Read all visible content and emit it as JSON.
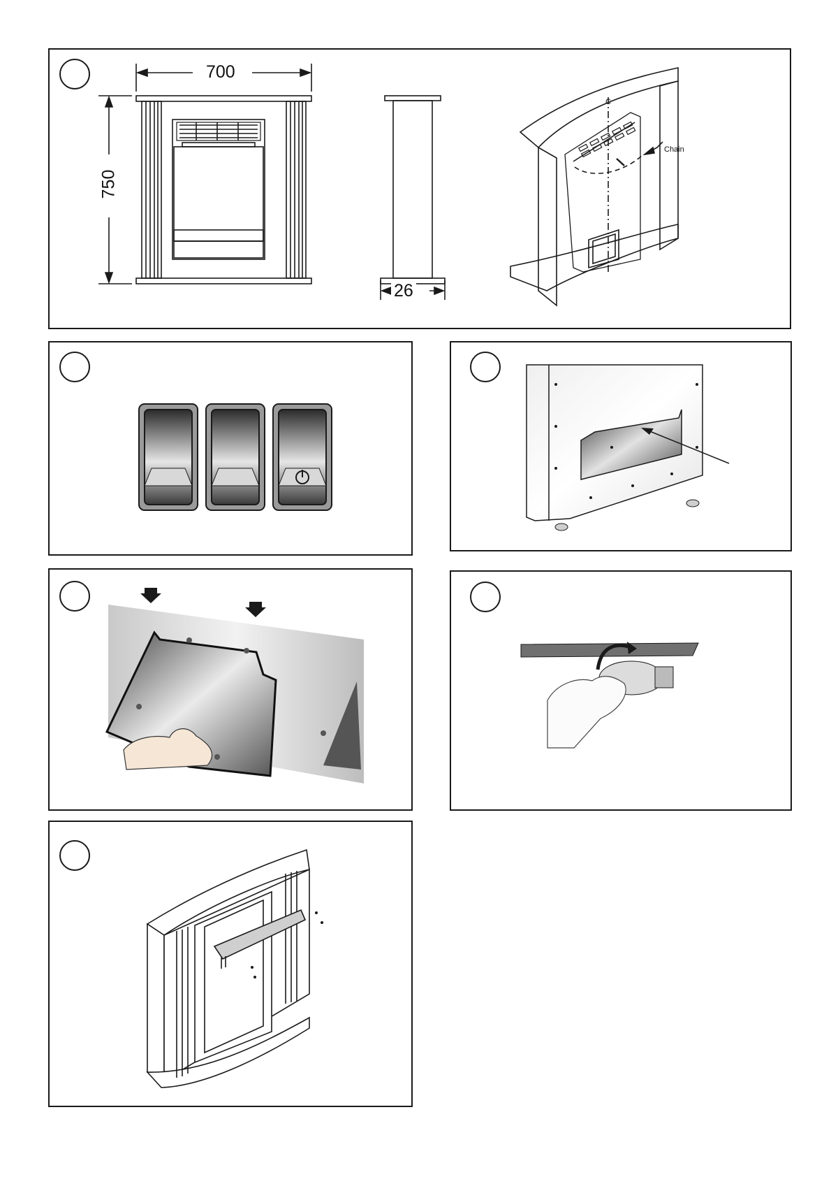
{
  "panels": {
    "dimensions": {
      "width_label": "700",
      "height_label": "750",
      "depth_label": "26",
      "chain_label": "Chain",
      "centerline_label": "C"
    },
    "switches": {},
    "back_panel": {},
    "mounting": {},
    "bulb": {},
    "assembly": {}
  }
}
